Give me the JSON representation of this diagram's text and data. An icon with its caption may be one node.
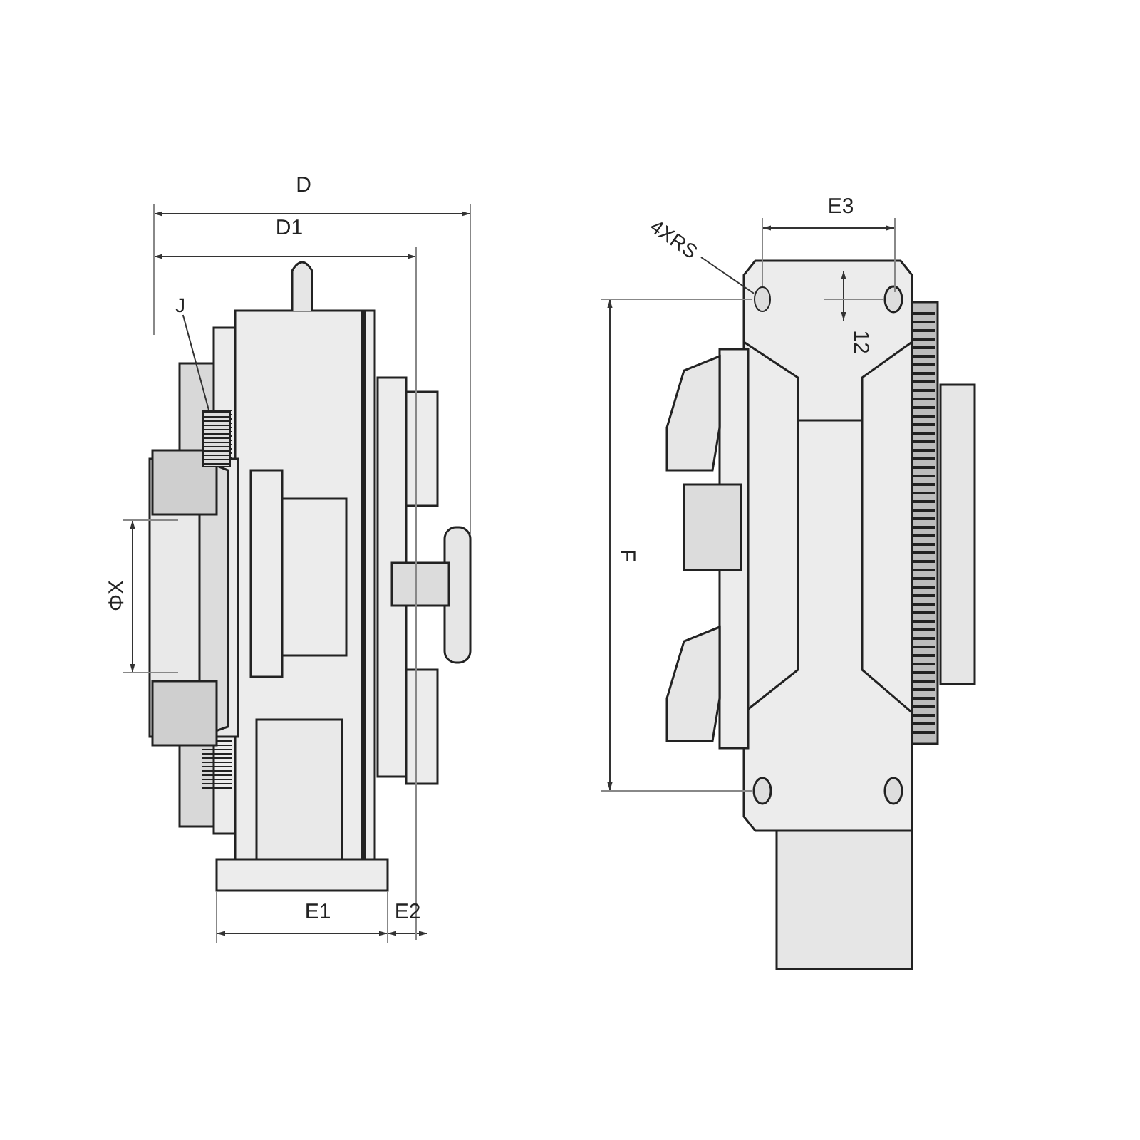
{
  "diagram": {
    "nodes": [
      {
        "text": [
          "J"
        ]
      },
      {
        "text": [],
        "shape": "picture"
      },
      {
        "text": [
          "4XRS"
        ]
      },
      {
        "text": [],
        "shape": "circle"
      }
    ],
    "edges": [
      {
        "from": 0,
        "to": 1,
        "arrow": "none"
      },
      {
        "from": 2,
        "to": 3,
        "arrow": "none"
      }
    ],
    "labels": [
      "D",
      "D1",
      "ΦX",
      "E1",
      "E2",
      "E3",
      "12",
      "F"
    ]
  }
}
